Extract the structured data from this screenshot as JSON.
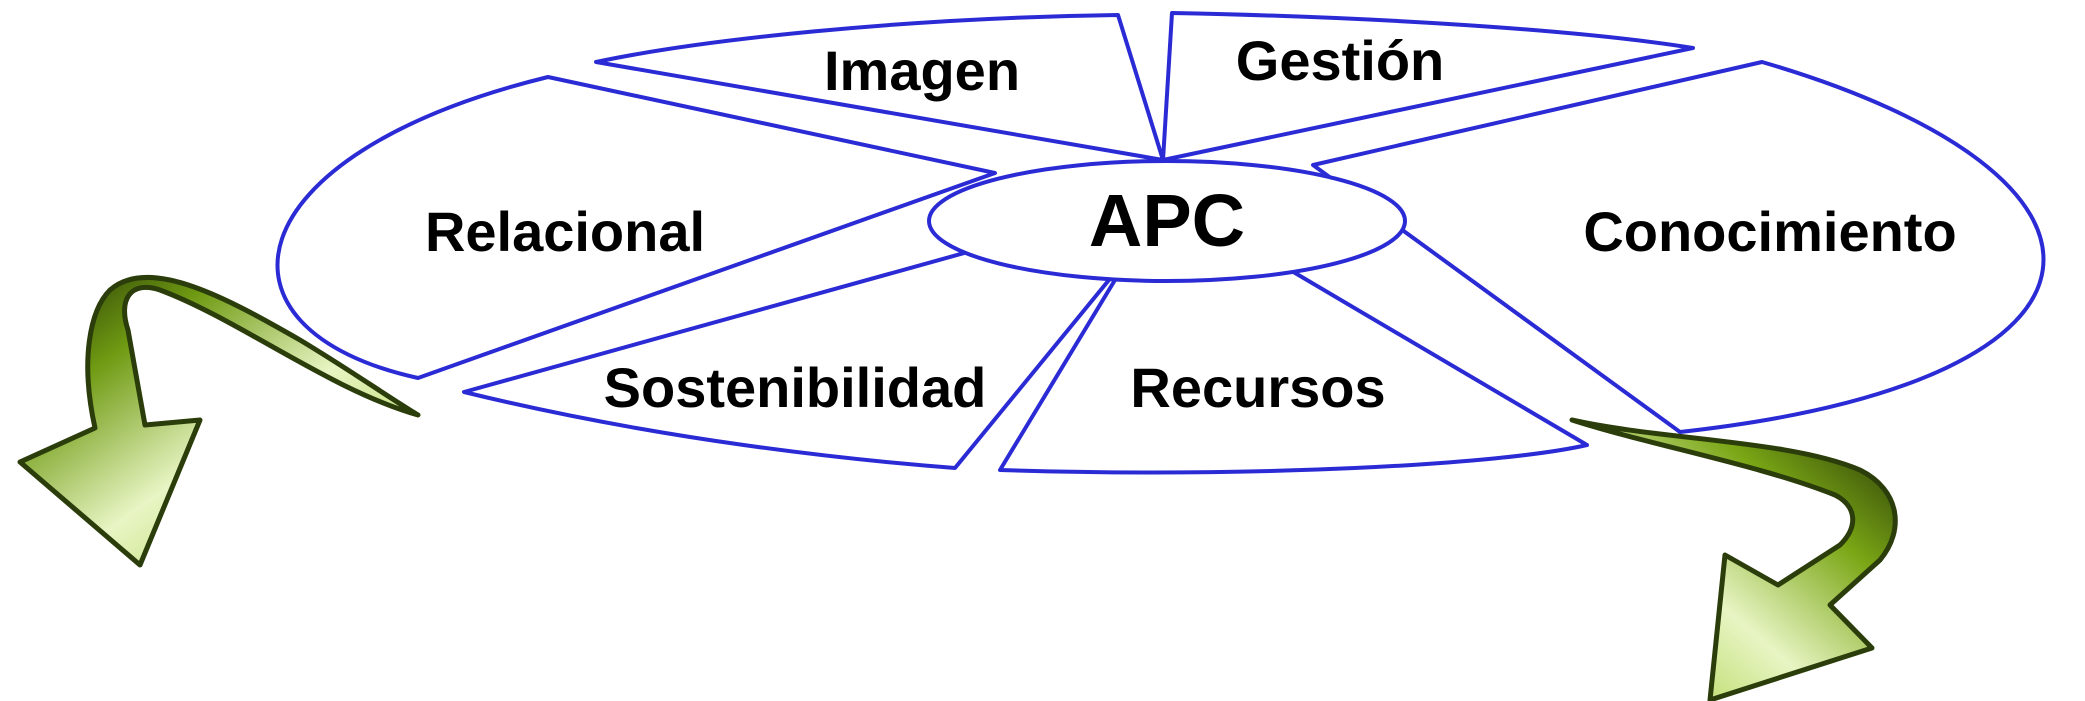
{
  "center": {
    "label": "APC"
  },
  "segments": [
    {
      "id": "imagen",
      "label": "Imagen"
    },
    {
      "id": "gestion",
      "label": "Gestión"
    },
    {
      "id": "relacional",
      "label": "Relacional"
    },
    {
      "id": "conocimiento",
      "label": "Conocimiento"
    },
    {
      "id": "sostenibilidad",
      "label": "Sostenibilidad"
    },
    {
      "id": "recursos",
      "label": "Recursos"
    }
  ],
  "colors": {
    "outline": "#2b2bd6",
    "arrow_light": "#e8f5c4",
    "arrow_mid": "#9cc82a",
    "arrow_dark": "#1f2e06",
    "label": "#000000"
  },
  "decorations": {
    "left_arrow_icon": "curved-down-left-arrow",
    "right_arrow_icon": "curved-down-right-arrow"
  }
}
